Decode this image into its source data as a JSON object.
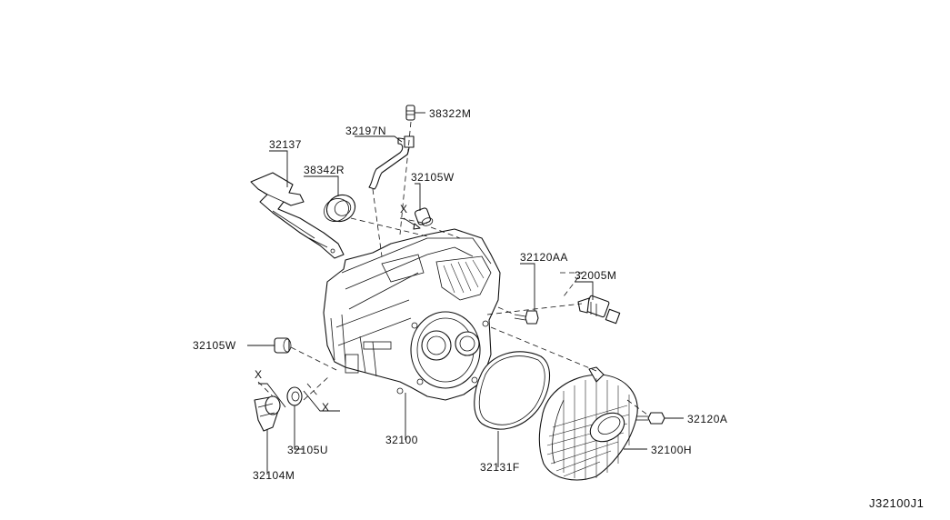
{
  "diagram_ref": "J32100J1",
  "callouts": [
    {
      "id": "c-38322m",
      "text": "38322M"
    },
    {
      "id": "c-32197n",
      "text": "32197N"
    },
    {
      "id": "c-32137",
      "text": "32137"
    },
    {
      "id": "c-38342r",
      "text": "38342R"
    },
    {
      "id": "c-32105w-top",
      "text": "32105W"
    },
    {
      "id": "c-32120aa",
      "text": "32120AA"
    },
    {
      "id": "c-32005m",
      "text": "32005M"
    },
    {
      "id": "c-32105w-left",
      "text": "32105W"
    },
    {
      "id": "c-32100",
      "text": "32100"
    },
    {
      "id": "c-32131f",
      "text": "32131F"
    },
    {
      "id": "c-32120a",
      "text": "32120A"
    },
    {
      "id": "c-32100h",
      "text": "32100H"
    },
    {
      "id": "c-32105u",
      "text": "32105U"
    },
    {
      "id": "c-32104m",
      "text": "32104M"
    }
  ],
  "markers": [
    "X",
    "X",
    "X"
  ]
}
